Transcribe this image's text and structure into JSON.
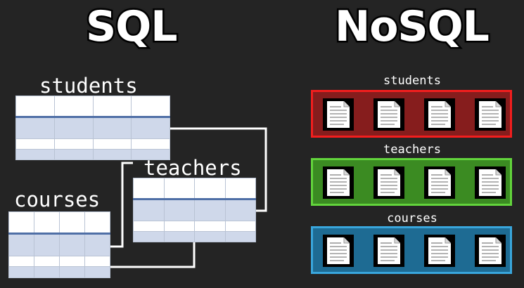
{
  "sql": {
    "title": "SQL",
    "tables": [
      {
        "name": "students"
      },
      {
        "name": "teachers"
      },
      {
        "name": "courses"
      }
    ]
  },
  "nosql": {
    "title": "NoSQL",
    "collections": [
      {
        "name": "students",
        "color": "#861d1d",
        "border": "#f21e1e",
        "documents": 4
      },
      {
        "name": "teachers",
        "color": "#3b8b22",
        "border": "#62d43c",
        "documents": 4
      },
      {
        "name": "courses",
        "color": "#1e6b93",
        "border": "#39a6dc",
        "documents": 4
      }
    ]
  },
  "icons": {
    "document": "document-icon"
  }
}
